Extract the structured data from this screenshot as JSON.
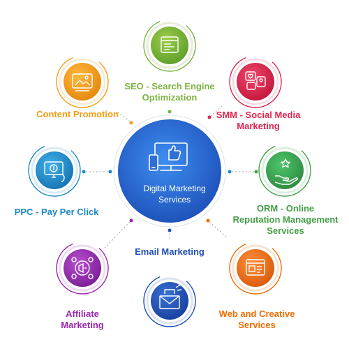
{
  "center": {
    "line1": "Digital Marketing",
    "line2": "Services",
    "icon": "laptop-like-icon",
    "color": "#2f6fd6"
  },
  "nodes": [
    {
      "id": "seo",
      "line1": "SEO - Search Engine",
      "line2": "Optimization",
      "color": "#7cb342",
      "icon": "seo-browser-icon"
    },
    {
      "id": "smm",
      "line1": "SMM - Social Media",
      "line2": "Marketing",
      "color": "#e0254f",
      "icon": "social-media-icon"
    },
    {
      "id": "orm",
      "line1": "ORM - Online",
      "line2": "Reputation Management",
      "line3": "Services",
      "color": "#43a047",
      "icon": "reputation-hand-icon"
    },
    {
      "id": "web",
      "line1": "Web and Creative",
      "line2": "Services",
      "color": "#ef6c00",
      "icon": "web-page-icon"
    },
    {
      "id": "email",
      "line1": "Email Marketing",
      "color": "#1e4fb5",
      "icon": "email-envelope-icon"
    },
    {
      "id": "affiliate",
      "line1": "Affiliate",
      "line2": "Marketing",
      "color": "#9c27b0",
      "icon": "affiliate-network-icon"
    },
    {
      "id": "ppc",
      "line1": "PPC - Pay Per Click",
      "color": "#1e88c8",
      "icon": "ppc-click-icon"
    },
    {
      "id": "content",
      "line1": "Content Promotion",
      "color": "#f39c12",
      "icon": "content-image-icon"
    }
  ]
}
